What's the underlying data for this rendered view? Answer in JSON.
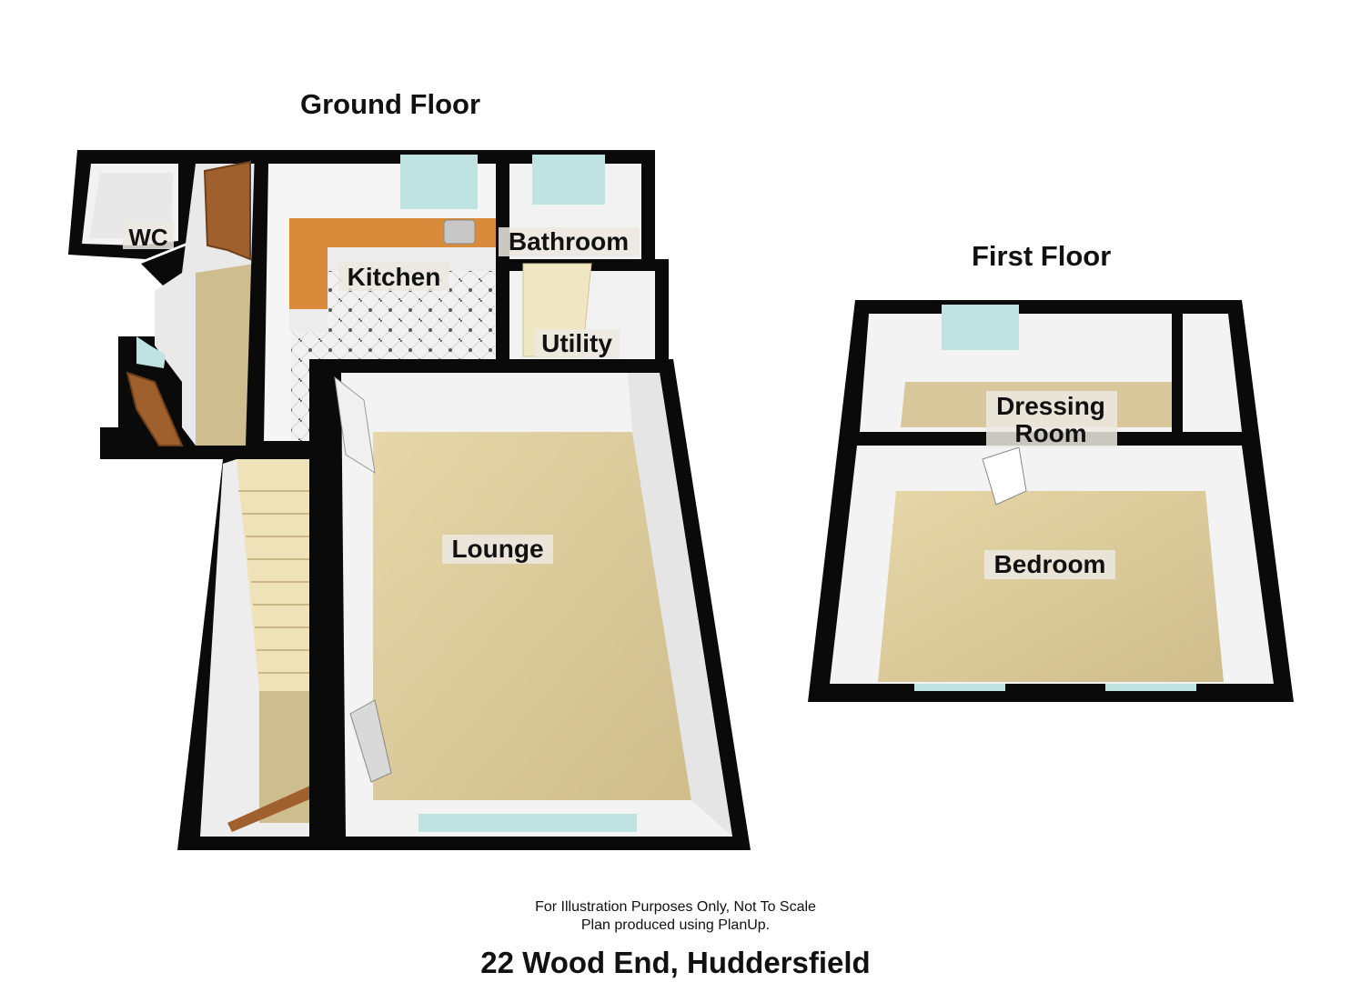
{
  "ground_floor": {
    "title": "Ground Floor",
    "rooms": {
      "wc": "WC",
      "kitchen": "Kitchen",
      "bathroom": "Bathroom",
      "utility": "Utility",
      "lounge": "Lounge"
    }
  },
  "first_floor": {
    "title": "First Floor",
    "rooms": {
      "dressing_line1": "Dressing",
      "dressing_line2": "Room",
      "bedroom": "Bedroom"
    }
  },
  "footer": {
    "note_line1": "For Illustration Purposes Only, Not To Scale",
    "note_line2": "Plan produced using PlanUp.",
    "address": "22 Wood End, Huddersfield"
  },
  "colors": {
    "wall": "#0a0a0a",
    "carpet": "#d8c79a",
    "tile": "#eeeeee",
    "worktop": "#d98a3a",
    "window": "#bfe3e0",
    "inner_wall": "#f4f4f4"
  }
}
